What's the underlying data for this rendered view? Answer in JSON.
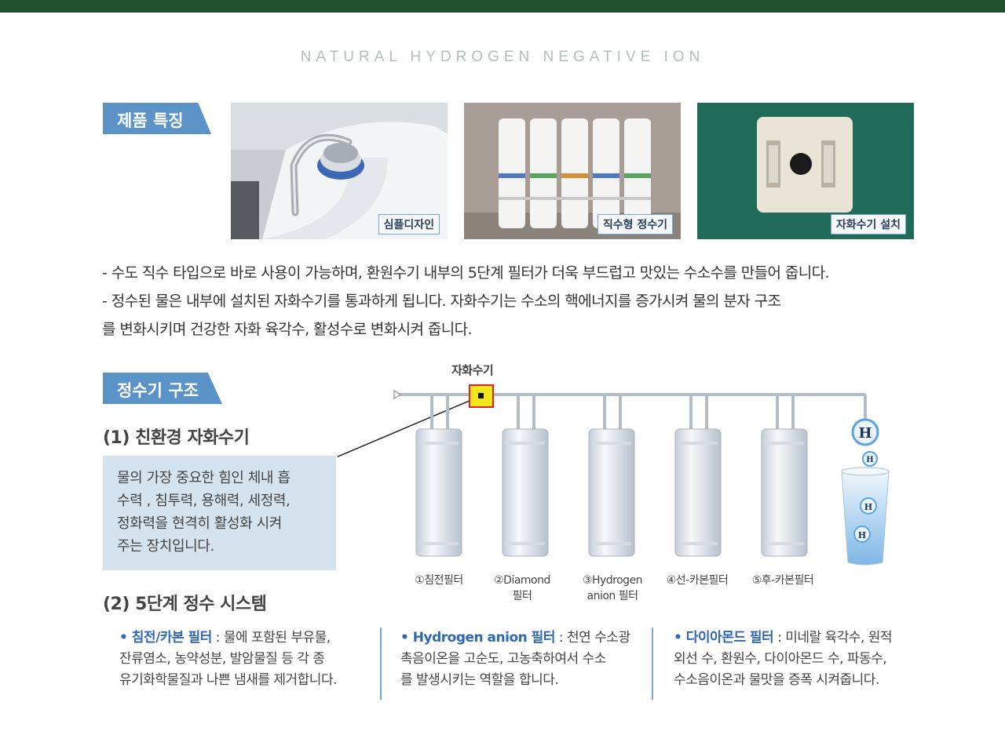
{
  "header": {
    "tagline": "NATURAL HYDROGEN NEGATIVE ION"
  },
  "features": {
    "label": "제품 특징",
    "photos": [
      {
        "caption": "심플디자인"
      },
      {
        "caption": "직수형 정수기"
      },
      {
        "caption": "자화수기 설치"
      }
    ],
    "lines": [
      "- 수도 직수 타입으로 바로 사용이 가능하며, 환원수기 내부의 5단계 필터가 더욱  부드럽고 맛있는 수소수를 만들어 줍니다.",
      "- 정수된 물은 내부에 설치된 자화수기를 통과하게 됩니다. 자화수기는 수소의 핵에너지를 증가시켜 물의 분자 구조",
      "를 변화시키며 건강한 자화 육각수, 활성수로 변화시켜 줍니다."
    ]
  },
  "structure": {
    "label": "정수기 구조",
    "sub1": "(1) 친환경 자화수기",
    "note": [
      "물의 가장 중요한 힘인 체내 흡",
      "수력 , 침투력, 용해력, 세정력,",
      "정화력을  현격히  활성화  시켜",
      "주는 장치입니다."
    ],
    "sub2": "(2) 5단계 정수 시스템",
    "magnetizer_label": "자화수기",
    "h_symbol": "H",
    "filters": [
      {
        "line1": "①침전필터",
        "line2": ""
      },
      {
        "line1": "②Diamond",
        "line2": "필터"
      },
      {
        "line1": "③Hydrogen",
        "line2": "anion 필터"
      },
      {
        "line1": "④선-카본필터",
        "line2": ""
      },
      {
        "line1": "⑤후-카본필터",
        "line2": ""
      }
    ]
  },
  "columns": [
    {
      "title": "• 침전/카본 필터",
      "sep": " : ",
      "lines": [
        "물에 포함된 부유물,",
        "잔류염소, 농약성분, 발암물질 등 각 종",
        "유기화학물질과 나쁜 냄새를 제거합니다."
      ]
    },
    {
      "title": "• Hydrogen anion 필터",
      "sep": " : ",
      "lines": [
        "천연 수소광",
        "촉음이온을 고순도, 고농축하여서 수소",
        "를 발생시키는 역할을 합니다."
      ]
    },
    {
      "title": "• 다이아몬드 필터",
      "sep": " : ",
      "lines": [
        "미네랄 육각수, 원적",
        "외선 수, 환원수, 다이아몬드 수, 파동수,",
        "수소음이온과 물맛을 증폭 시켜줍니다."
      ]
    }
  ],
  "colors": {
    "top_bar": "#235231",
    "label_bg": "#5b93c9",
    "note_bg": "#d4e3ee",
    "highlight": "#2f67b3"
  }
}
